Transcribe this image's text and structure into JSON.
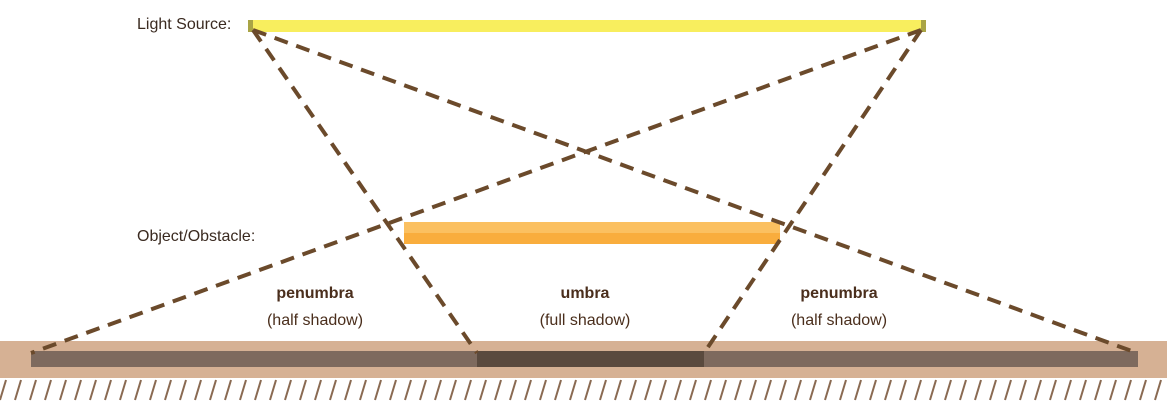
{
  "labels": {
    "light_source": "Light Source:",
    "object": "Object/Obstacle:"
  },
  "zones": {
    "left": {
      "name": "penumbra",
      "desc": "(half shadow)"
    },
    "center": {
      "name": "umbra",
      "desc": "(full shadow)"
    },
    "right": {
      "name": "penumbra",
      "desc": "(half shadow)"
    }
  },
  "colors": {
    "light": "#f8ee5e",
    "light_end": "#a9a445",
    "object_top": "#fbc060",
    "object_bottom": "#f9ad3d",
    "ray": "#6b4a2b",
    "ground": "#d6b194",
    "penumbra": "#7e6a5e",
    "umbra": "#5a4a3e",
    "hatch": "#8a6a52"
  }
}
